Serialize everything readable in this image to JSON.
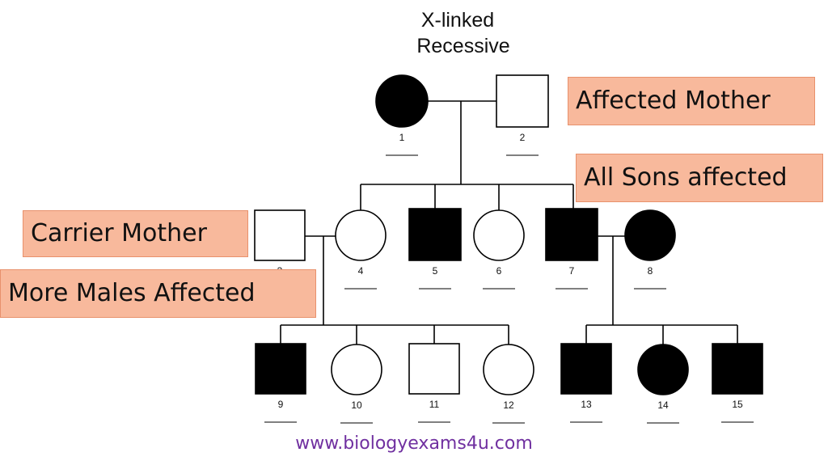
{
  "title": {
    "line1": "X-linked",
    "line2": "Recessive"
  },
  "individuals": [
    {
      "id": "1",
      "sex": "female",
      "affected": true
    },
    {
      "id": "2",
      "sex": "male",
      "affected": false
    },
    {
      "id": "3",
      "sex": "male",
      "affected": false
    },
    {
      "id": "4",
      "sex": "female",
      "affected": false
    },
    {
      "id": "5",
      "sex": "male",
      "affected": true
    },
    {
      "id": "6",
      "sex": "female",
      "affected": false
    },
    {
      "id": "7",
      "sex": "male",
      "affected": true
    },
    {
      "id": "8",
      "sex": "female",
      "affected": true
    },
    {
      "id": "9",
      "sex": "male",
      "affected": true
    },
    {
      "id": "10",
      "sex": "female",
      "affected": false
    },
    {
      "id": "11",
      "sex": "male",
      "affected": false
    },
    {
      "id": "12",
      "sex": "female",
      "affected": false
    },
    {
      "id": "13",
      "sex": "male",
      "affected": true
    },
    {
      "id": "14",
      "sex": "female",
      "affected": true
    },
    {
      "id": "15",
      "sex": "male",
      "affected": true
    }
  ],
  "callouts": {
    "affected_mother": "Affected Mother",
    "all_sons_affected": "All Sons affected",
    "carrier_mother": "Carrier Mother",
    "more_males_affected": "More Males Affected"
  },
  "website": "www.biologyexams4u.com",
  "colors": {
    "affected_fill": "#000000",
    "unaffected_fill": "#ffffff",
    "callout_fill": "#f8b99c",
    "callout_border": "#e8916c",
    "website_text": "#7030a0"
  }
}
